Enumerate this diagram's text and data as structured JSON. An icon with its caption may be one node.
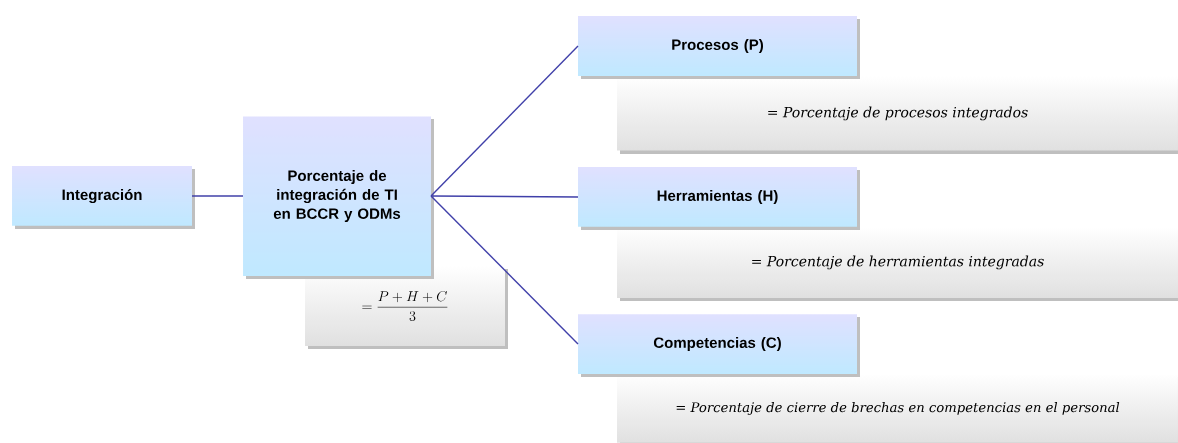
{
  "diagram": {
    "nodes": [
      {
        "text": [
          "Integración"
        ]
      },
      {
        "text": [
          "Porcentaje de integración de TI en BCCR y ODMs"
        ]
      },
      {
        "text": [
          "=\\frac{P+H+C}{3}"
        ]
      },
      {
        "text": [
          "Procesos (P)"
        ]
      },
      {
        "text": [
          "= Porcentaje de procesos integrados"
        ]
      },
      {
        "text": [
          "Herramientas (H)"
        ]
      },
      {
        "text": [
          "= Porcentaje de herramientas integradas"
        ]
      },
      {
        "text": [
          "Competencias (C)"
        ]
      },
      {
        "text": [
          "= Porcentaje de cierre de brechas en competencias en el personal"
        ]
      }
    ],
    "edges": [
      {
        "from": 0,
        "to": 1,
        "arrow": "none"
      },
      {
        "from": 1,
        "to": 3,
        "arrow": "none"
      },
      {
        "from": 1,
        "to": 5,
        "arrow": "none"
      },
      {
        "from": 1,
        "to": 7,
        "arrow": "none"
      }
    ]
  }
}
